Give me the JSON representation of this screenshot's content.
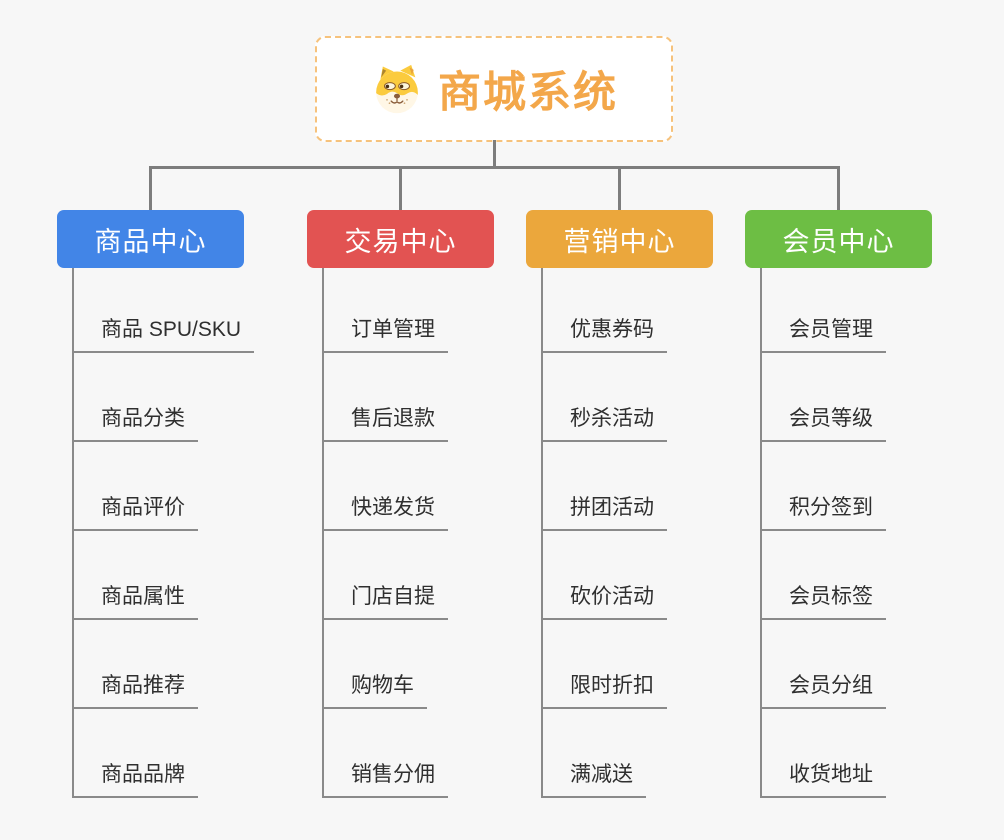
{
  "root": {
    "title": "商城系统",
    "icon": "doge-icon"
  },
  "branches": [
    {
      "label": "商品中心",
      "color": "#4285E7",
      "children": [
        "商品 SPU/SKU",
        "商品分类",
        "商品评价",
        "商品属性",
        "商品推荐",
        "商品品牌"
      ]
    },
    {
      "label": "交易中心",
      "color": "#E25352",
      "children": [
        "订单管理",
        "售后退款",
        "快递发货",
        "门店自提",
        "购物车",
        "销售分佣"
      ]
    },
    {
      "label": "营销中心",
      "color": "#EBA73C",
      "children": [
        "优惠券码",
        "秒杀活动",
        "拼团活动",
        "砍价活动",
        "限时折扣",
        "满减送"
      ]
    },
    {
      "label": "会员中心",
      "color": "#6DBE44",
      "children": [
        "会员管理",
        "会员等级",
        "积分签到",
        "会员标签",
        "会员分组",
        "收货地址"
      ]
    }
  ],
  "colors": {
    "background": "#f7f7f7",
    "connector": "#7d7d7d",
    "underline": "#8a8a8a",
    "root_text": "#F3A74A",
    "root_border": "#F6C27C",
    "leaf_text": "#2f2f2f"
  }
}
